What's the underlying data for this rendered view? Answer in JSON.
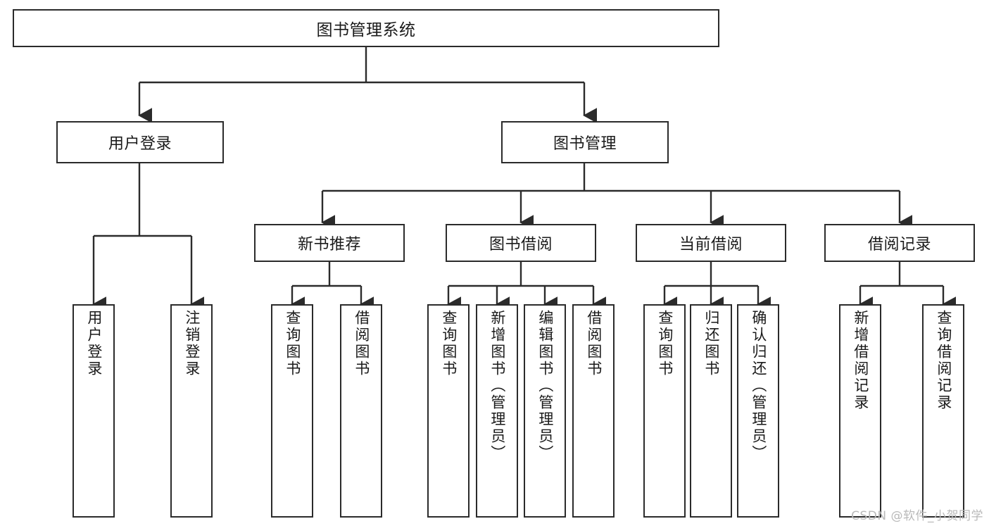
{
  "diagram": {
    "title": "图书管理系统",
    "root": {
      "label": "图书管理系统"
    },
    "level2": [
      {
        "label": "用户登录"
      },
      {
        "label": "图书管理"
      }
    ],
    "level3": [
      {
        "label": "新书推荐"
      },
      {
        "label": "图书借阅"
      },
      {
        "label": "当前借阅"
      },
      {
        "label": "借阅记录"
      }
    ],
    "leaves": [
      {
        "label": "用户登录",
        "parent": "用户登录"
      },
      {
        "label": "注销登录",
        "parent": "用户登录"
      },
      {
        "label": "查询图书",
        "parent": "新书推荐"
      },
      {
        "label": "借阅图书",
        "parent": "新书推荐"
      },
      {
        "label": "查询图书",
        "parent": "图书借阅"
      },
      {
        "label": "新增图书（管理员）",
        "parent": "图书借阅"
      },
      {
        "label": "编辑图书（管理员）",
        "parent": "图书借阅"
      },
      {
        "label": "借阅图书",
        "parent": "图书借阅"
      },
      {
        "label": "查询图书",
        "parent": "当前借阅"
      },
      {
        "label": "归还图书",
        "parent": "当前借阅"
      },
      {
        "label": "确认归还（管理员）",
        "parent": "当前借阅"
      },
      {
        "label": "新增借阅记录",
        "parent": "借阅记录"
      },
      {
        "label": "查询借阅记录",
        "parent": "借阅记录"
      }
    ]
  },
  "watermark": {
    "text": "CSDN @软件_小贺同学"
  },
  "colors": {
    "stroke": "#2b2b2b",
    "background": "#ffffff",
    "text": "#1a1a1a",
    "watermark": "#b9b9b9"
  }
}
